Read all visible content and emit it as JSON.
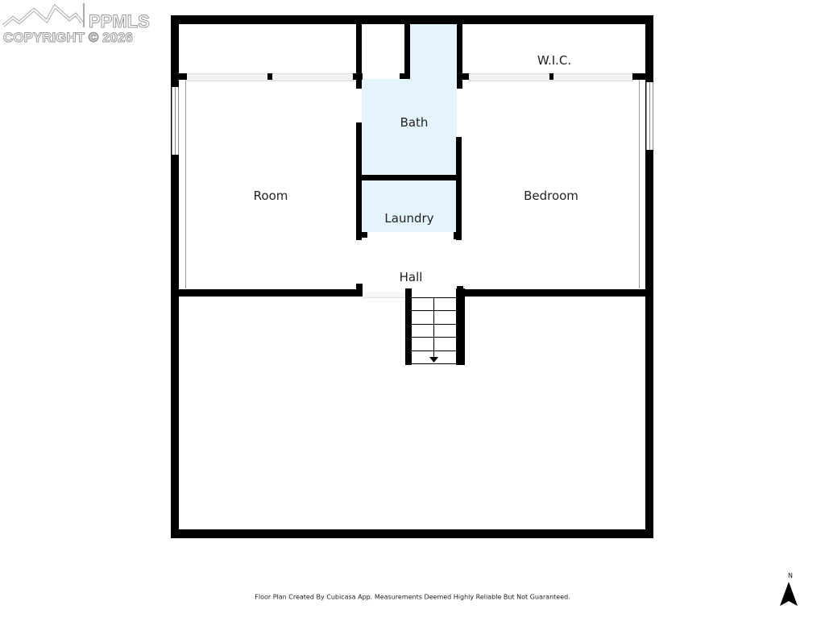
{
  "watermark": {
    "brand": "PPMLS",
    "copyright": "COPYRIGHT © 2026",
    "icon": "mountain-logo-icon"
  },
  "floor_plan": {
    "rooms": [
      {
        "id": "room",
        "label": "Room",
        "fill": "#ffffff"
      },
      {
        "id": "bath",
        "label": "Bath",
        "fill": "#e5f3fd"
      },
      {
        "id": "laundry",
        "label": "Laundry",
        "fill": "#e5f3fd"
      },
      {
        "id": "hall",
        "label": "Hall",
        "fill": "#ffffff"
      },
      {
        "id": "wic",
        "label": "W.I.C.",
        "fill": "#ffffff"
      },
      {
        "id": "bedroom",
        "label": "Bedroom",
        "fill": "#ffffff"
      }
    ],
    "wall_color": "#000000",
    "stairs": {
      "icon": "stairs-down-arrow-icon",
      "direction": "down"
    }
  },
  "footer": {
    "disclaimer": "Floor Plan Created By Cubicasa App. Measurements Deemed Highly Reliable But Not Guaranteed."
  },
  "compass": {
    "label": "N",
    "icon": "north-arrow-icon"
  }
}
